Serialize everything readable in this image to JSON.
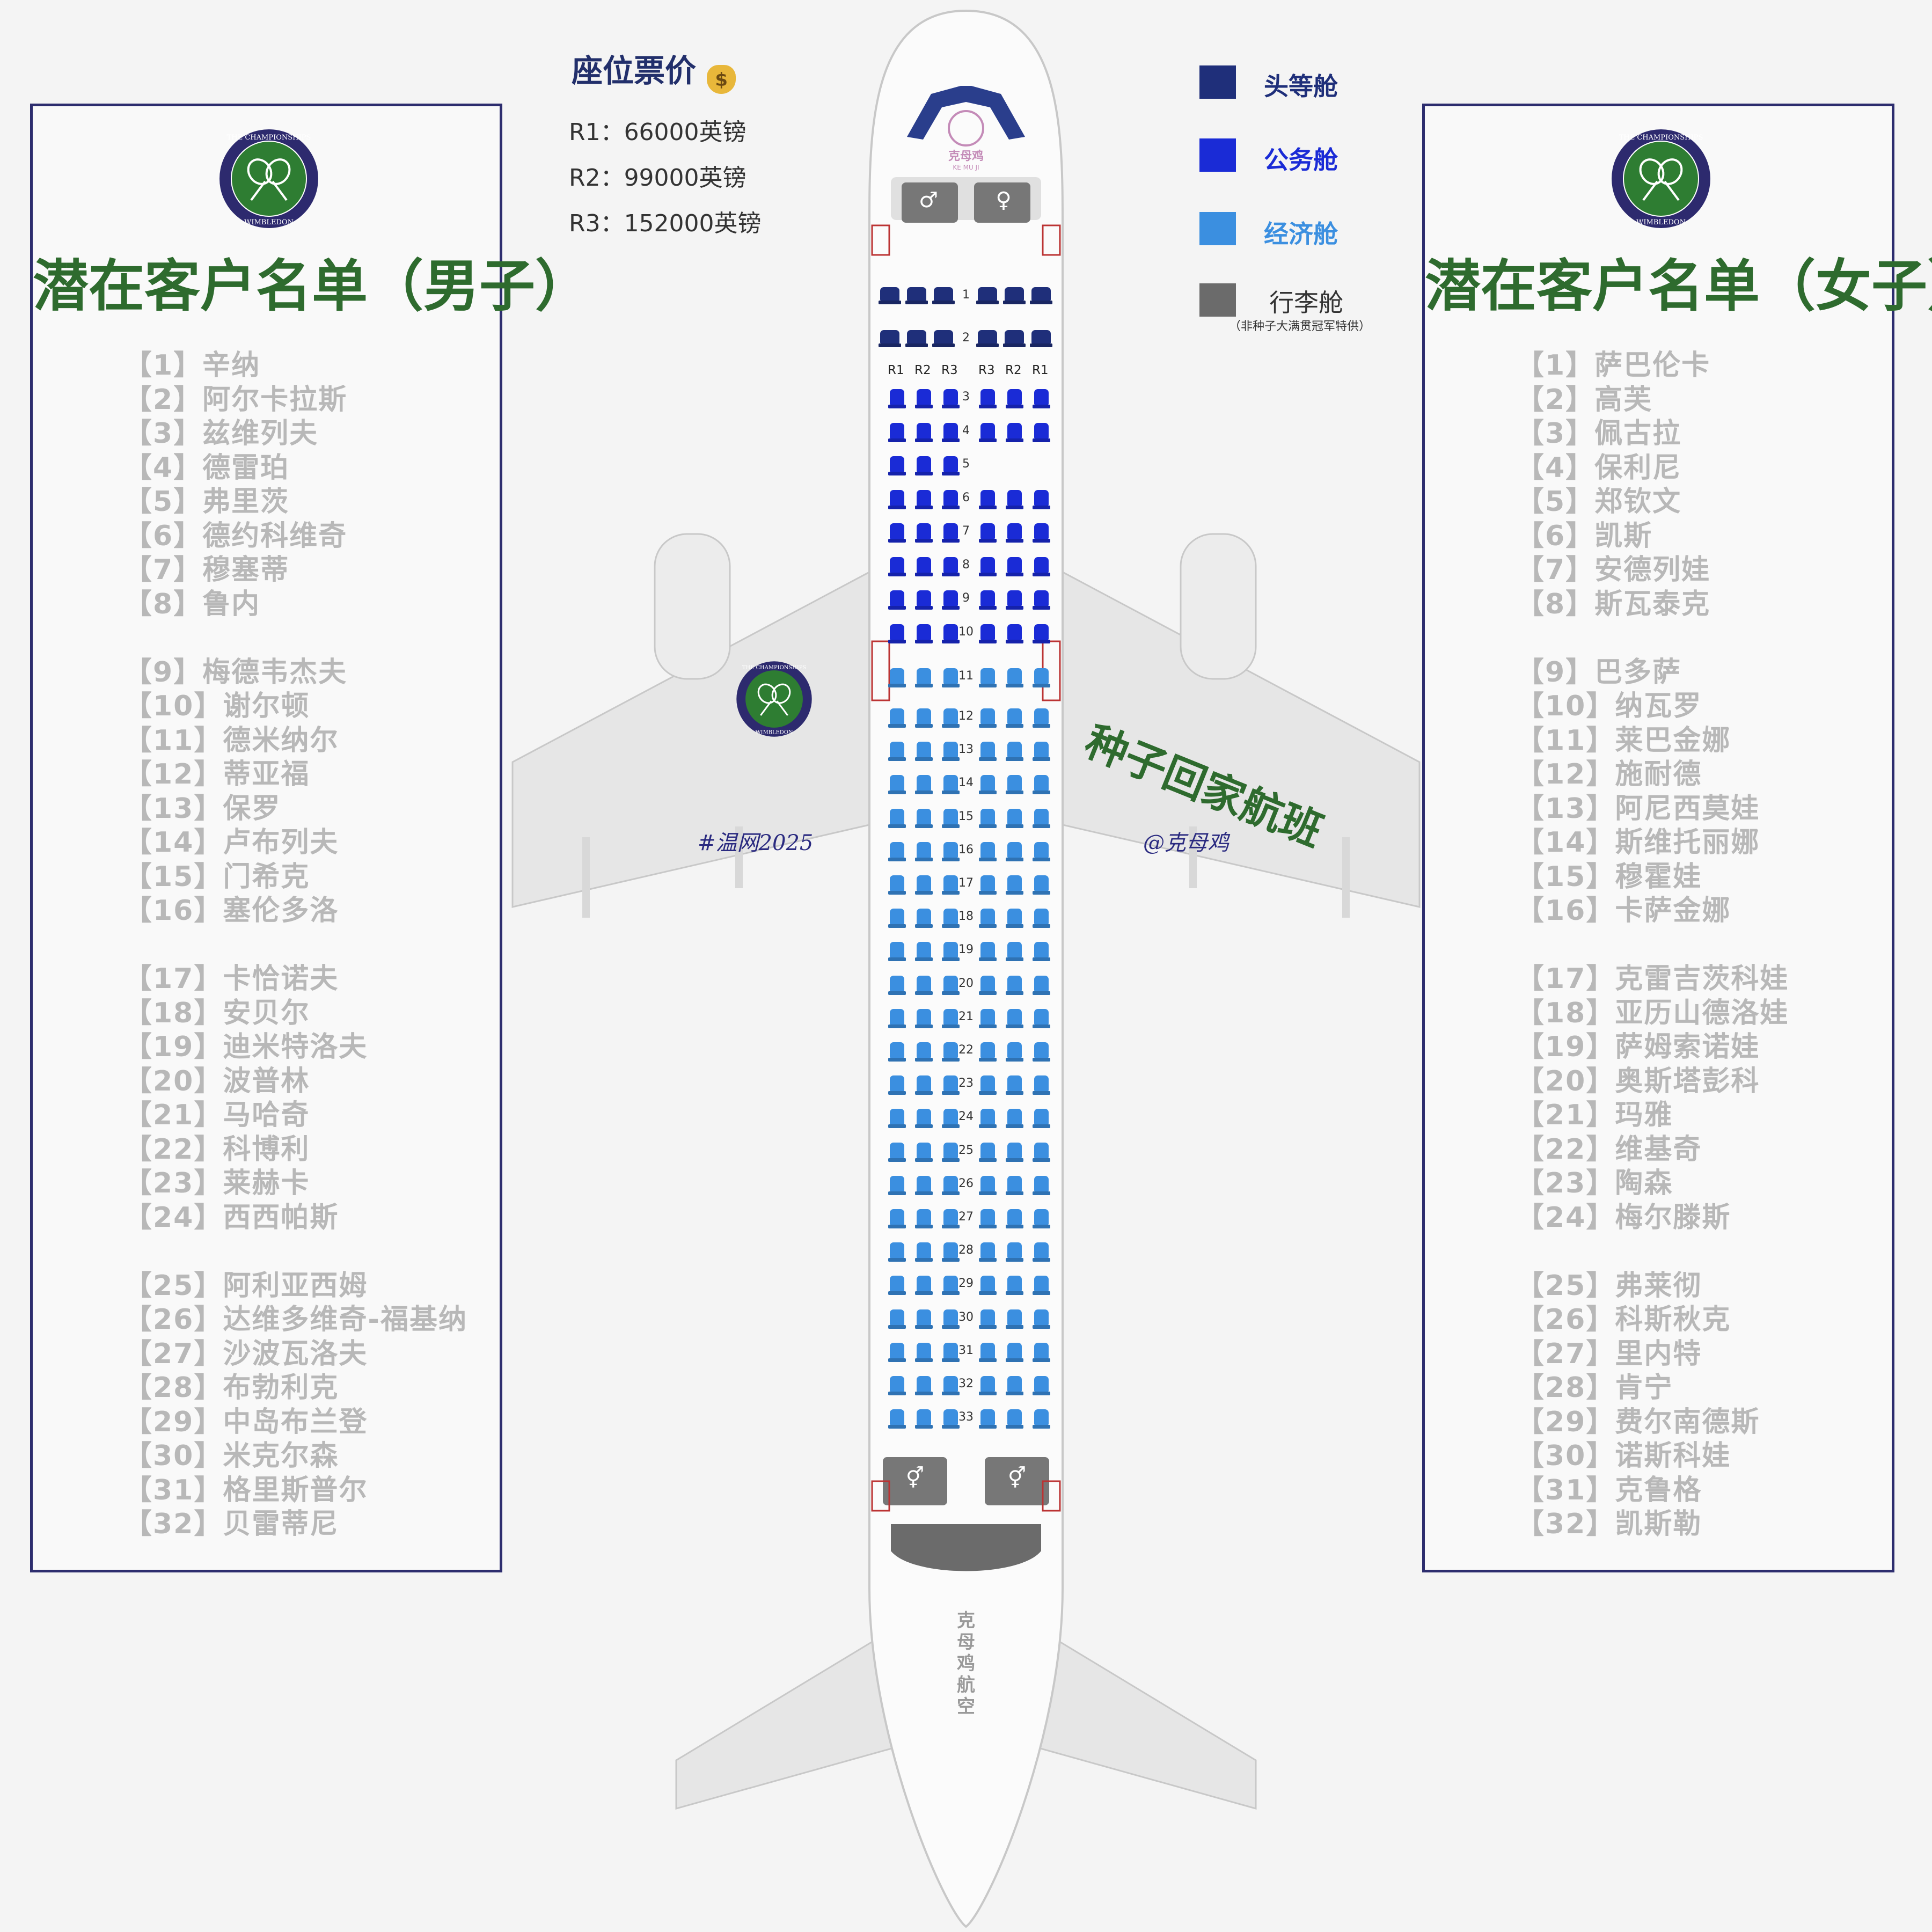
{
  "price_panel": {
    "title": "座位票价",
    "title_icon": "money-bag-icon",
    "prices": [
      "R1：66000英镑",
      "R2：99000英镑",
      "R3：152000英镑"
    ]
  },
  "legend": [
    {
      "label": "头等舱",
      "color": "#1f2f7a"
    },
    {
      "label": "公务舱",
      "color": "#1a2bd6"
    },
    {
      "label": "经济舱",
      "color": "#3b8fe0"
    },
    {
      "label": "行李舱",
      "color": "#6b6b6b",
      "note": "（非种子大满贯冠军特供）"
    }
  ],
  "left_panel": {
    "title": "潜在客户名单（男子）",
    "logo_text_top": "THE CHAMPIONSHIPS",
    "logo_text_bottom": "WIMBLEDON",
    "items": [
      "【1】辛纳",
      "【2】阿尔卡拉斯",
      "【3】兹维列夫",
      "【4】德雷珀",
      "【5】弗里茨",
      "【6】德约科维奇",
      "【7】穆塞蒂",
      "【8】鲁内",
      "【9】梅德韦杰夫",
      "【10】谢尔顿",
      "【11】德米纳尔",
      "【12】蒂亚福",
      "【13】保罗",
      "【14】卢布列夫",
      "【15】门希克",
      "【16】塞伦多洛",
      "【17】卡恰诺夫",
      "【18】安贝尔",
      "【19】迪米特洛夫",
      "【20】波普林",
      "【21】马哈奇",
      "【22】科博利",
      "【23】莱赫卡",
      "【24】西西帕斯",
      "【25】阿利亚西姆",
      "【26】达维多维奇-福基纳",
      "【27】沙波瓦洛夫",
      "【28】布勃利克",
      "【29】中岛布兰登",
      "【30】米克尔森",
      "【31】格里斯普尔",
      "【32】贝雷蒂尼"
    ]
  },
  "right_panel": {
    "title": "潜在客户名单（女子）",
    "logo_text_top": "THE CHAMPIONSHIPS",
    "logo_text_bottom": "WIMBLEDON",
    "items": [
      "【1】萨巴伦卡",
      "【2】高芙",
      "【3】佩古拉",
      "【4】保利尼",
      "【5】郑钦文",
      "【6】凯斯",
      "【7】安德列娃",
      "【8】斯瓦泰克",
      "【9】巴多萨",
      "【10】纳瓦罗",
      "【11】莱巴金娜",
      "【12】施耐德",
      "【13】阿尼西莫娃",
      "【14】斯维托丽娜",
      "【15】穆霍娃",
      "【16】卡萨金娜",
      "【17】克雷吉茨科娃",
      "【18】亚历山德洛娃",
      "【19】萨姆索诺娃",
      "【20】奥斯塔彭科",
      "【21】玛雅",
      "【22】维基奇",
      "【23】陶森",
      "【24】梅尔滕斯",
      "【25】弗莱彻",
      "【26】科斯秋克",
      "【27】里内特",
      "【28】肯宁",
      "【29】费尔南德斯",
      "【30】诺斯科娃",
      "【31】克鲁格",
      "【32】凯斯勒"
    ]
  },
  "plane": {
    "nose_logo_text": "克母鸡",
    "nose_logo_sub": "KE MU JI",
    "wing_logo_top": "THE CHAMPIONSHIPS",
    "wing_logo_bottom": "WIMBLEDON",
    "wing_text": "种子回家航班",
    "hashtag_left": "#温网2025",
    "hashtag_right": "@克母鸡",
    "tail_text": "克母鸡航空",
    "restroom_male": "♂",
    "restroom_female": "♀",
    "column_labels_left": [
      "R1",
      "R2",
      "R3"
    ],
    "column_labels_right": [
      "R3",
      "R2",
      "R1"
    ],
    "rows": [
      "1",
      "2",
      "3",
      "4",
      "5",
      "6",
      "7",
      "8",
      "9",
      "10",
      "11",
      "12",
      "13",
      "14",
      "15",
      "16",
      "17",
      "18",
      "19",
      "20",
      "21",
      "22",
      "23",
      "24",
      "25",
      "26",
      "27",
      "28",
      "29",
      "30",
      "31",
      "32",
      "33"
    ],
    "first_class_rows": [
      "1",
      "2"
    ],
    "business_rows": [
      "3",
      "4",
      "5",
      "6",
      "7",
      "8",
      "9",
      "10"
    ],
    "economy_rows": [
      "11-33"
    ]
  }
}
